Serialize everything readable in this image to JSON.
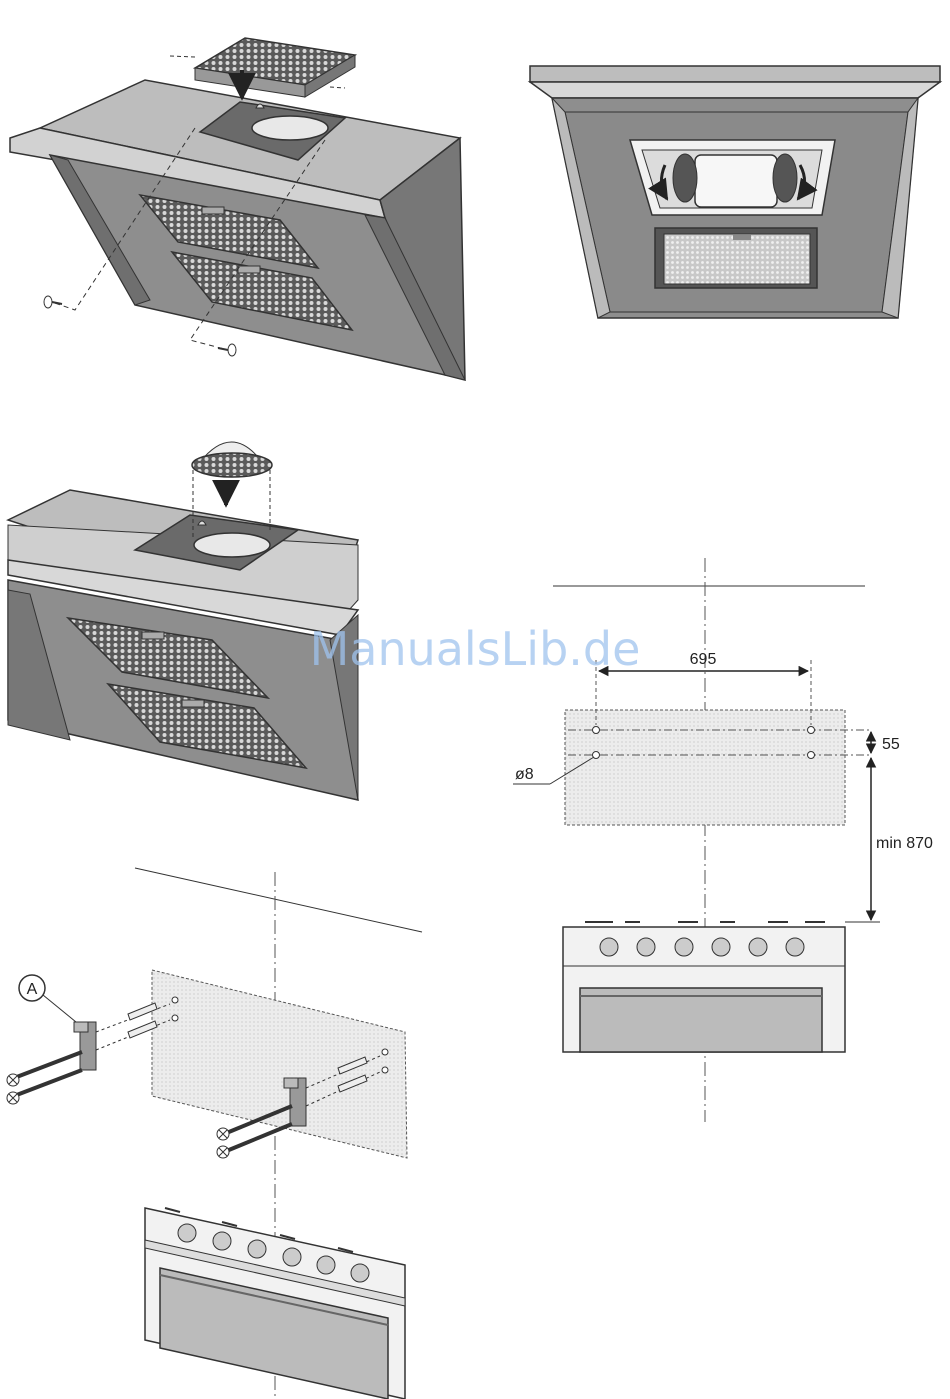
{
  "watermark": "ManualsLib.de",
  "dimensions": {
    "width_label": "695",
    "height_label": "55",
    "hole_label": "ø8",
    "min_height_label": "min 870"
  },
  "callout": "A",
  "colors": {
    "hood": "#8c8c8c",
    "hood_light": "#c9c9c9",
    "hood_dark": "#5a5a5a",
    "wall_plate": "#e6e6e6",
    "line": "#333333"
  }
}
